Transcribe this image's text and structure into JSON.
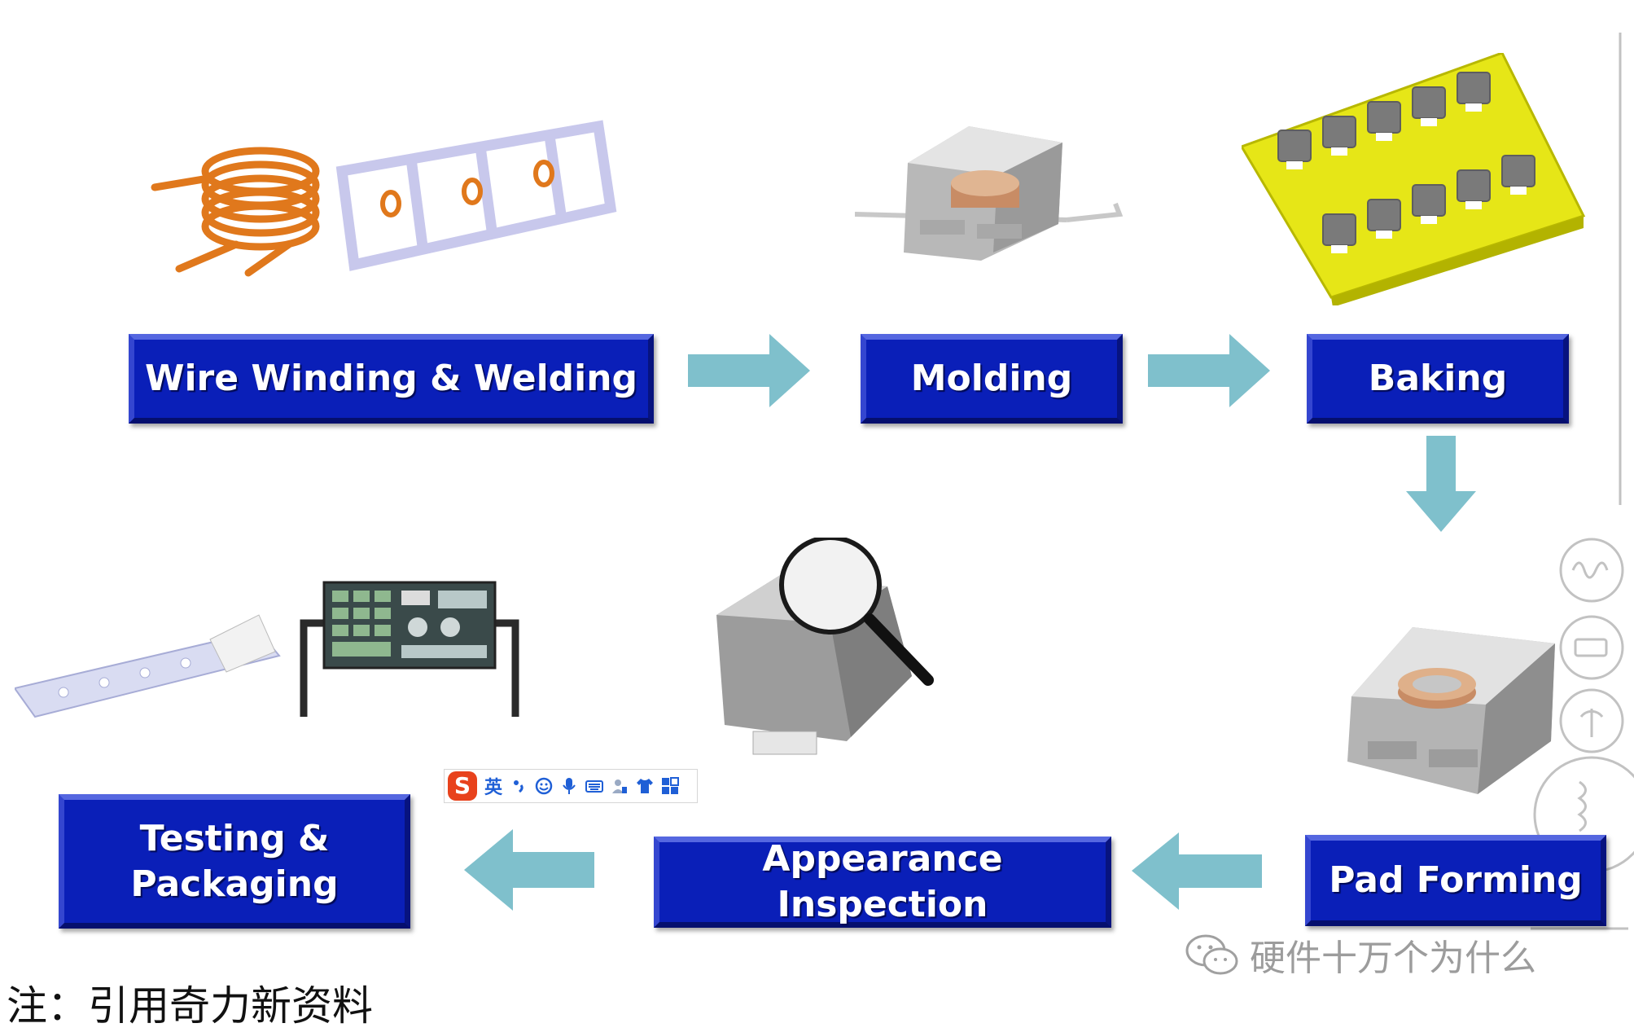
{
  "steps": {
    "wire_winding": "Wire Winding & Welding",
    "molding": "Molding",
    "baking": "Baking",
    "pad_forming": "Pad Forming",
    "appearance_inspection": "Appearance Inspection",
    "testing_packaging": "Testing &\nPackaging"
  },
  "note": "注：引用奇力新资料",
  "ime_toolbar": {
    "logo": "S",
    "language": "英"
  },
  "watermark": "硬件十万个为什么",
  "colors": {
    "step_fill": "#0a1fb8",
    "arrow": "#7fc0cc",
    "tray": "#e6e617"
  }
}
